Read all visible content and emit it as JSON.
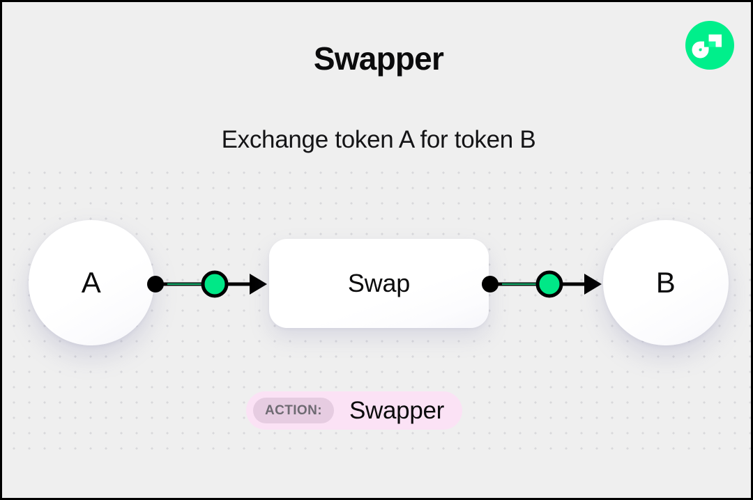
{
  "page": {
    "title": "Swapper",
    "subtitle": "Exchange token A for token B",
    "background_color": "#efefef",
    "border_color": "#000000"
  },
  "brand": {
    "logo_name": "flow-logo",
    "logo_circle_color": "#00ef8b",
    "logo_mark_color": "#ffffff"
  },
  "diagram": {
    "nodes": [
      {
        "id": "token-a",
        "label": "A",
        "shape": "circle",
        "fill": "#ffffff"
      },
      {
        "id": "swap",
        "label": "Swap",
        "shape": "rounded-rect",
        "fill": "#ffffff"
      },
      {
        "id": "token-b",
        "label": "B",
        "shape": "circle",
        "fill": "#ffffff"
      }
    ],
    "edges": [
      {
        "id": "edge-a-swap",
        "from": "token-a",
        "to": "swap",
        "direction": "right"
      },
      {
        "id": "edge-swap-b",
        "from": "swap",
        "to": "token-b",
        "direction": "right"
      }
    ],
    "edge_style": {
      "source_dot_color": "#000000",
      "midpoint_dot_fill": "#00e887",
      "midpoint_dot_stroke": "#000000",
      "line_color": "#000000",
      "line_accent_color": "#14a86a",
      "arrow_color": "#000000"
    }
  },
  "action_badge": {
    "key_label": "ACTION:",
    "value_label": "Swapper",
    "outer_color": "#fbe2f5",
    "key_pill_color": "#e6cce1",
    "key_text_color": "#6e6a72"
  }
}
